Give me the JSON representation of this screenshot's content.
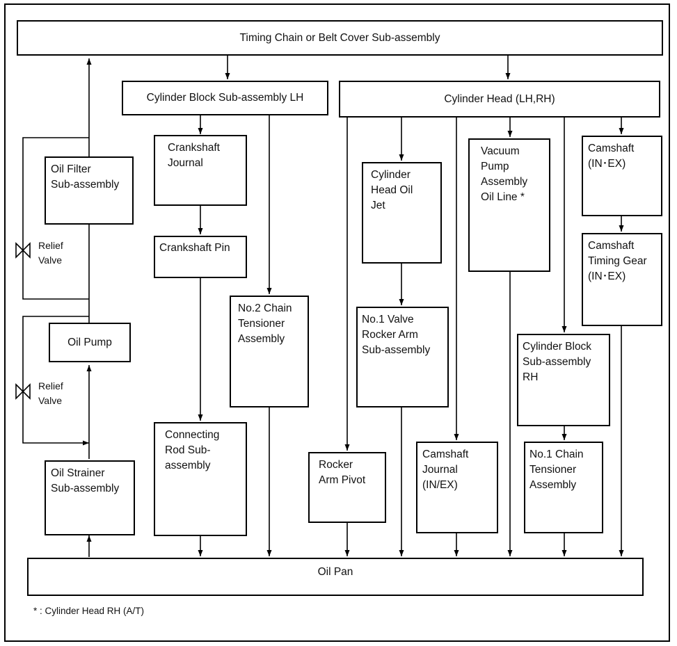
{
  "boxes": {
    "timing_cover": "Timing Chain or Belt Cover Sub-assembly",
    "block_lh": "Cylinder Block Sub-assembly LH",
    "head": "Cylinder Head (LH,RH)",
    "oil_filter": "Oil Filter\nSub-assembly",
    "oil_pump": "Oil Pump",
    "oil_strainer": "Oil Strainer\nSub-assembly",
    "crank_journal": "Crankshaft\nJournal",
    "crank_pin": "Crankshaft Pin",
    "conrod": "Connecting\nRod Sub-\nassembly",
    "chain_tensioner_2": "No.2 Chain\nTensioner\nAssembly",
    "head_oil_jet": "Cylinder\nHead Oil\nJet",
    "rocker_arm": "No.1 Valve\nRocker Arm\nSub-assembly",
    "rocker_pivot": "Rocker\nArm Pivot",
    "vacuum_pump": "Vacuum\nPump\nAssembly\nOil Line *",
    "cam_journal": "Camshaft\nJournal\n(IN/EX)",
    "camshaft": "Camshaft\n(IN･EX)",
    "cam_timing_gear": "Camshaft\nTiming Gear\n(IN･EX)",
    "block_rh": "Cylinder Block\nSub-assembly\nRH",
    "chain_tensioner_1": "No.1 Chain\nTensioner\nAssembly",
    "oil_pan": "Oil Pan"
  },
  "valves": {
    "upper": "Relief\nValve",
    "lower": "Relief\nValve"
  },
  "footnote": "* : Cylinder Head RH (A/T)",
  "colors": {
    "line": "#000000",
    "background": "#ffffff"
  }
}
